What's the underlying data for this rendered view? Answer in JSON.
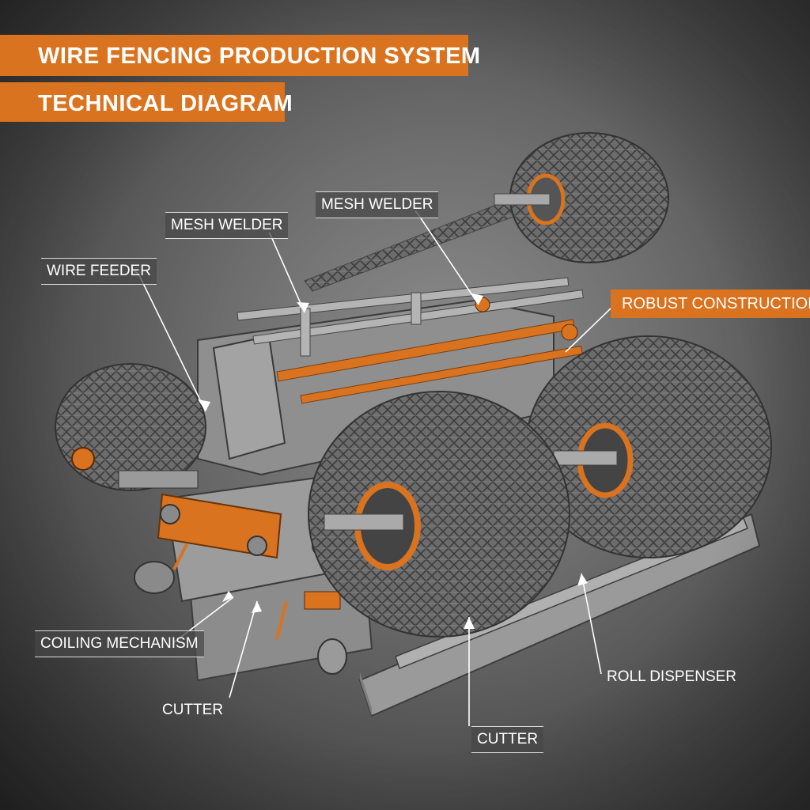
{
  "title": "WIRE FENCING PRODUCTION SYSTEM",
  "subtitle": "TECHNICAL DIAGRAM",
  "labels": {
    "wire_feeder": "WIRE FEEDER",
    "mesh_welder_1": "MESH WELDER",
    "mesh_welder_2": "MESH WELDER",
    "robust_construction": "ROBUST CONSTRUCTION",
    "coiling_mechanism": "COILING MECHANISM",
    "cutter_1": "CUTTER",
    "cutter_2": "CUTTER",
    "roll_dispenser": "ROLL DISPENSER"
  },
  "colors": {
    "accent": "#d9731f",
    "steel": "#8a8a8a",
    "background": "#5a5a5a"
  }
}
